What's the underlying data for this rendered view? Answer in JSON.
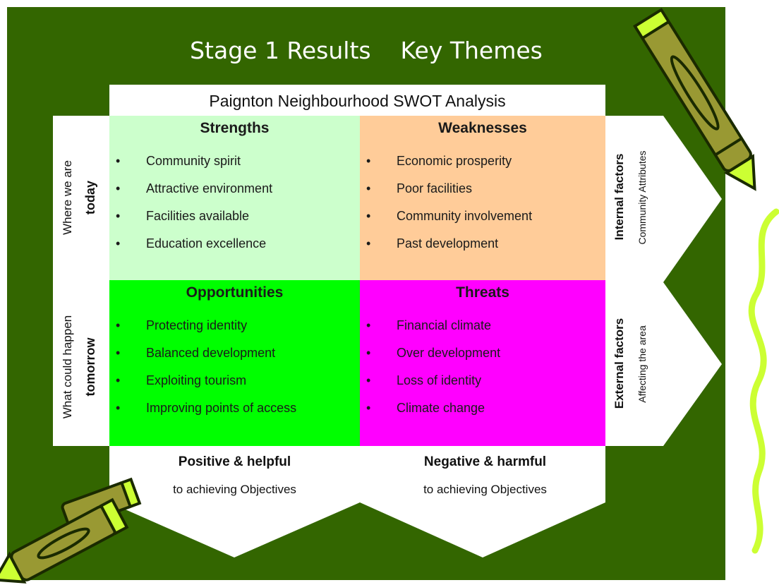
{
  "slide": {
    "title": "Stage 1 Results    Key Themes",
    "subtitle": "Paignton Neighbourhood SWOT Analysis"
  },
  "quadrants": {
    "strengths": {
      "heading": "Strengths",
      "items": [
        "Community spirit",
        "Attractive environment",
        "Facilities available",
        "Education excellence"
      ]
    },
    "weaknesses": {
      "heading": "Weaknesses",
      "items": [
        "Economic prosperity",
        "Poor facilities",
        "Community involvement",
        "Past development"
      ]
    },
    "opportunities": {
      "heading": "Opportunities",
      "items": [
        "Protecting identity",
        "Balanced development",
        "Exploiting tourism",
        "Improving points of access"
      ]
    },
    "threats": {
      "heading": "Threats",
      "items": [
        "Financial climate",
        "Over development",
        "Loss of identity",
        "Climate change"
      ]
    }
  },
  "left_labels": {
    "top_line1": "Where we are",
    "top_line2": "today",
    "bottom_line1": "What could happen",
    "bottom_line2": "tomorrow"
  },
  "right_labels": {
    "top_line1": "Internal factors",
    "top_line2": "Community Attributes",
    "bottom_line1": "External factors",
    "bottom_line2": "Affecting the area"
  },
  "bottom_labels": {
    "left_bold": "Positive & helpful",
    "left_sub": "to achieving Objectives",
    "right_bold": "Negative & harmful",
    "right_sub": "to achieving Objectives"
  },
  "bullet_char": "•",
  "colors": {
    "background": "#336600",
    "strengths": "#ccffcc",
    "weaknesses": "#ffcc99",
    "opportunities": "#00ff00",
    "threats": "#ff00ff",
    "squiggle": "#ccff33",
    "crayon": "#999933"
  },
  "decorations": [
    "crayon-top-right",
    "crayon-bottom-left",
    "squiggle-line-right"
  ]
}
